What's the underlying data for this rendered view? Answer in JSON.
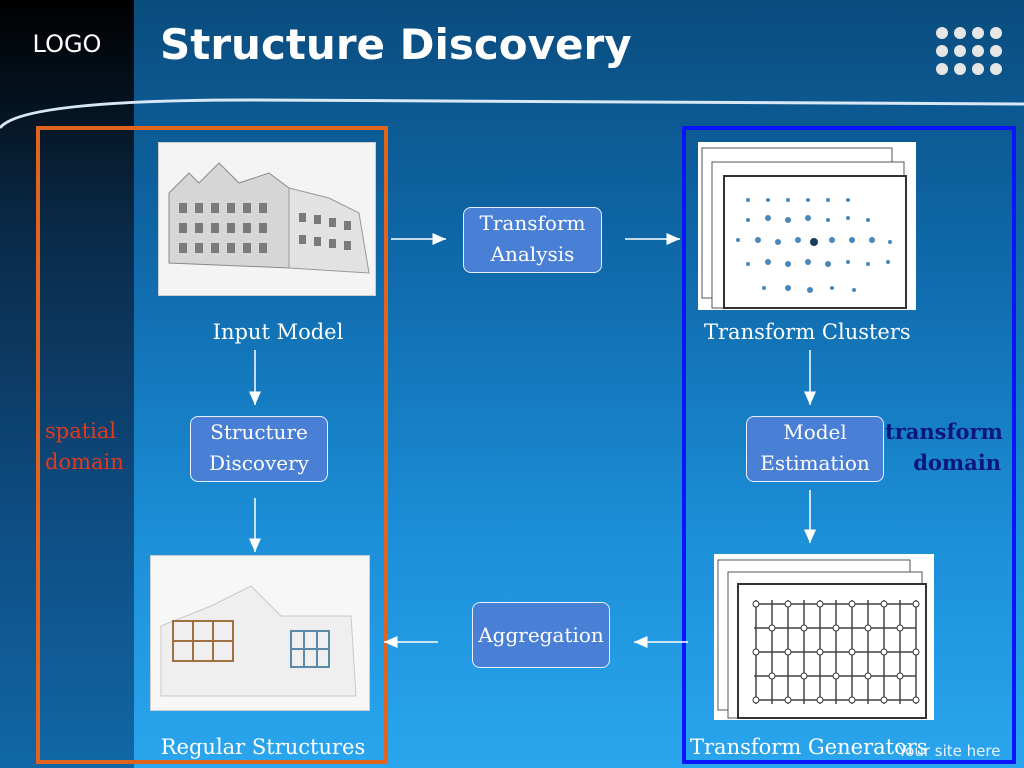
{
  "logo": "LOGO",
  "title": "Structure Discovery",
  "nodes": {
    "transform_analysis": "Transform Analysis",
    "structure_discovery": "Structure Discovery",
    "model_estimation": "Model Estimation",
    "aggregation": "Aggregation"
  },
  "captions": {
    "input_model": "Input Model",
    "transform_clusters": "Transform Clusters",
    "regular_structures": "Regular Structures",
    "transform_generators": "Transform Generators"
  },
  "domains": {
    "spatial_line1": "spatial",
    "spatial_line2": "domain",
    "transform_line1": "transform",
    "transform_line2": "domain"
  },
  "colors": {
    "spatial_frame": "#e0641e",
    "transform_frame": "#0a14ff",
    "node_fill": "#4a7fd6"
  },
  "footer": "Your site here"
}
